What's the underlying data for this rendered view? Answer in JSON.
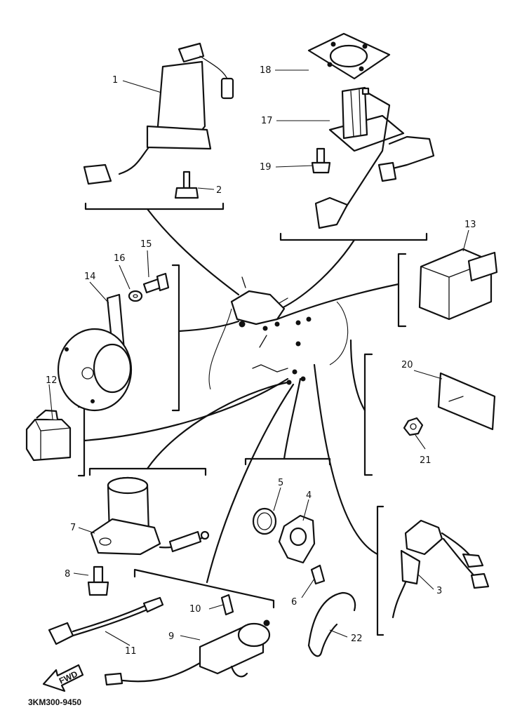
{
  "diagram": {
    "callouts": [
      "1",
      "2",
      "3",
      "4",
      "5",
      "6",
      "7",
      "8",
      "9",
      "10",
      "11",
      "12",
      "13",
      "14",
      "15",
      "16",
      "17",
      "18",
      "19",
      "20",
      "21",
      "22"
    ],
    "fwd_label": "FWD",
    "part_code": "3KM300-9450"
  }
}
